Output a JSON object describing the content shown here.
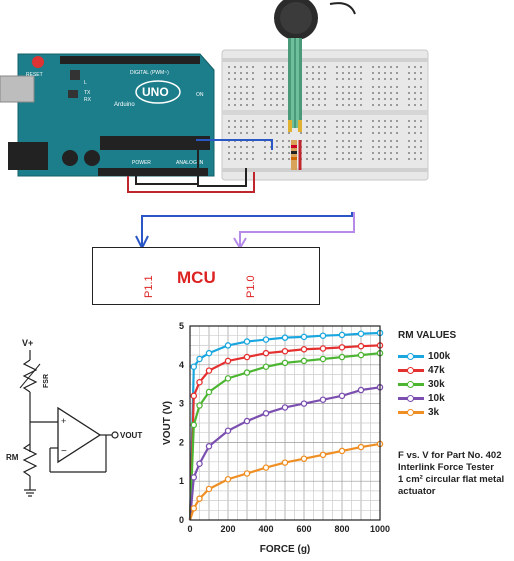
{
  "arduino": {
    "brand": "UNO",
    "logo_text": "Arduino",
    "reset_label": "RESET",
    "digital_label": "DIGITAL (PWM~)",
    "power_label": "POWER",
    "analog_label": "ANALOG IN",
    "tx_label": "TX",
    "rx_label": "RX",
    "l_label": "L",
    "on_label": "ON"
  },
  "mcu": {
    "label": "MCU",
    "pin_left": "P1.1",
    "pin_right": "P1.0"
  },
  "circuit": {
    "vplus": "V+",
    "fsr": "FSR",
    "rm": "RM",
    "vout": "VOUT"
  },
  "colors": {
    "board": "#1b7e8a",
    "wire_blue": "#2a56c6",
    "wire_purple": "#b58ae8",
    "wire_red": "#c0262e",
    "wire_black": "#222222",
    "mcu_text": "#dd2222"
  },
  "chart_data": {
    "type": "line",
    "xlabel": "FORCE (g)",
    "ylabel": "VOUT (V)",
    "xlim": [
      0,
      1000
    ],
    "ylim": [
      0,
      5
    ],
    "xticks": [
      "0",
      "200",
      "400",
      "600",
      "800",
      "1000"
    ],
    "yticks": [
      "0",
      "1",
      "2",
      "3",
      "4",
      "5"
    ],
    "grid": true,
    "legend_title": "RM VALUES",
    "legend_position": "right",
    "series": [
      {
        "name": "100k",
        "color": "#1aa6de",
        "x": [
          0,
          20,
          50,
          100,
          200,
          300,
          400,
          500,
          600,
          700,
          800,
          900,
          1000
        ],
        "y": [
          0,
          3.95,
          4.15,
          4.3,
          4.5,
          4.6,
          4.65,
          4.7,
          4.72,
          4.75,
          4.77,
          4.8,
          4.82
        ]
      },
      {
        "name": "47k",
        "color": "#e53030",
        "x": [
          0,
          20,
          50,
          100,
          200,
          300,
          400,
          500,
          600,
          700,
          800,
          900,
          1000
        ],
        "y": [
          0,
          3.2,
          3.55,
          3.85,
          4.1,
          4.2,
          4.3,
          4.35,
          4.4,
          4.42,
          4.45,
          4.48,
          4.5
        ]
      },
      {
        "name": "30k",
        "color": "#4cb532",
        "x": [
          0,
          20,
          50,
          100,
          200,
          300,
          400,
          500,
          600,
          700,
          800,
          900,
          1000
        ],
        "y": [
          0,
          2.45,
          2.95,
          3.3,
          3.65,
          3.8,
          3.95,
          4.05,
          4.1,
          4.15,
          4.2,
          4.25,
          4.3
        ]
      },
      {
        "name": "10k",
        "color": "#7b4fb0",
        "x": [
          0,
          20,
          50,
          100,
          200,
          300,
          400,
          500,
          600,
          700,
          800,
          900,
          1000
        ],
        "y": [
          0,
          1.1,
          1.45,
          1.9,
          2.3,
          2.55,
          2.75,
          2.9,
          3.0,
          3.1,
          3.2,
          3.35,
          3.42
        ]
      },
      {
        "name": "3k",
        "color": "#ef8e22",
        "x": [
          0,
          20,
          50,
          100,
          200,
          300,
          400,
          500,
          600,
          700,
          800,
          900,
          1000
        ],
        "y": [
          0,
          0.3,
          0.55,
          0.8,
          1.05,
          1.2,
          1.35,
          1.48,
          1.58,
          1.68,
          1.78,
          1.88,
          1.96
        ]
      }
    ],
    "annotation": [
      "F vs. V for Part No. 402",
      "Interlink Force Tester",
      "1 cm² circular flat metal",
      "actuator"
    ]
  }
}
